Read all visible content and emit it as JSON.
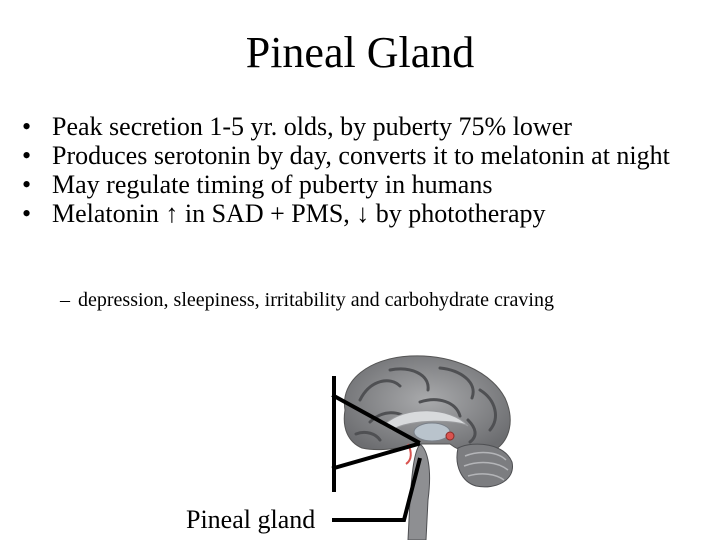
{
  "slide": {
    "title": "Pineal Gland",
    "bullets": [
      "Peak secretion 1-5 yr. olds, by puberty 75% lower",
      "Produces serotonin by day, converts it to melatonin at night",
      "May regulate timing of puberty in humans",
      "Melatonin ↑ in SAD + PMS, ↓ by phototherapy"
    ],
    "bullet_marker": "•",
    "sub_bullet": {
      "marker": "–",
      "text": "depression, sleepiness, irritability and carbohydrate craving"
    },
    "figure": {
      "caption": "Pineal gland"
    }
  }
}
